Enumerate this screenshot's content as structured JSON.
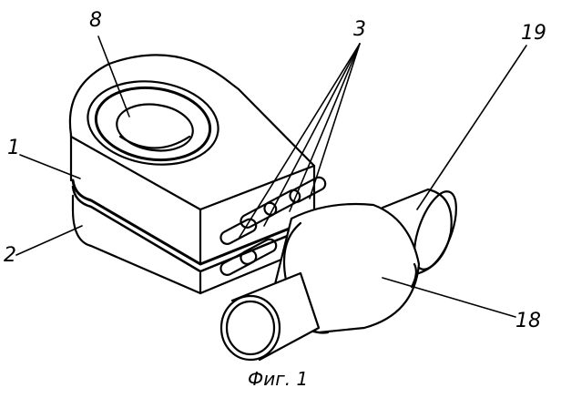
{
  "labels": {
    "ring": "8",
    "pins": "3",
    "plate_top": "1",
    "plate_bottom": "2",
    "pipe_end": "19",
    "sleeve": "18"
  },
  "caption": "Фиг. 1"
}
